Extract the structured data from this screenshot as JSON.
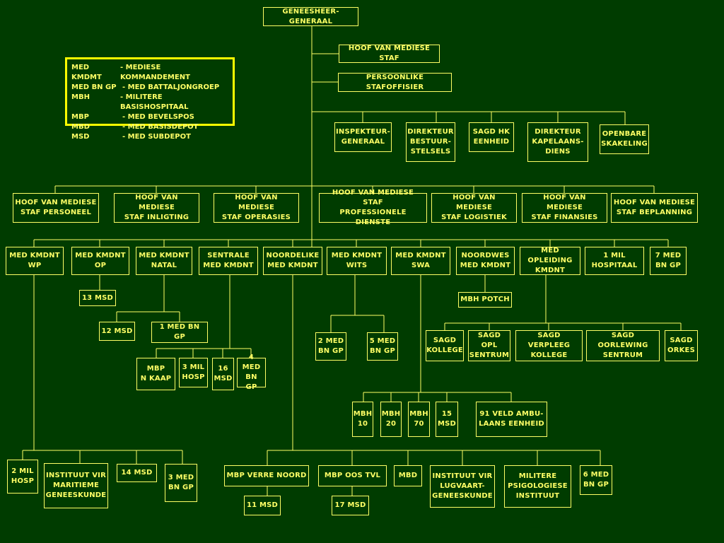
{
  "colors": {
    "background": "#003c00",
    "line": "#ffff66",
    "text": "#ffff66",
    "legend_border": "#ffff00"
  },
  "legend": [
    {
      "abbr": "MED KMDMT",
      "meaning": "- MEDIESE KOMMANDEMENT"
    },
    {
      "abbr": "MED BN GP",
      "meaning": "- MED BATTALJONGROEP"
    },
    {
      "abbr": "MBH",
      "meaning": "- MILITERE BASISHOSPITAAL"
    },
    {
      "abbr": "MBP",
      "meaning": "- MED BEVELSPOS"
    },
    {
      "abbr": "MBD",
      "meaning": "- MED BASISDEPOT"
    },
    {
      "abbr": "MSD",
      "meaning": "- MED SUBDEPOT"
    }
  ],
  "nodes": {
    "root": "GENEESHEER-GENERAAL",
    "hoof_staf": "HOOF VAN MEDIESE STAF",
    "pers_stafoff": "PERSOONLIKE STAFOFFISIER",
    "insp_gen": "INSPEKTEUR-\nGENERAAL",
    "dir_bestuur": "DIREKTEUR\nBESTUUR-\nSTELSELS",
    "sagd_hk": "SAGD HK\nEENHEID",
    "dir_kapelaan": "DIREKTEUR\nKAPELAANS-\nDIENS",
    "openbare": "OPENBARE\nSKAKELING",
    "hms_personeel": "HOOF VAN MEDIESE\nSTAF PERSONEEL",
    "hms_inligting": "HOOF VAN MEDIESE\nSTAF INLIGTING",
    "hms_operasies": "HOOF VAN MEDIESE\nSTAF OPERASIES",
    "hms_prof": "HOOF VAN MEDIESE STAF\nPROFESSIONELE DIENSTE",
    "hms_logistiek": "HOOF VAN MEDIESE\nSTAF LOGISTIEK",
    "hms_finansies": "HOOF VAN MEDIESE\nSTAF FINANSIES",
    "hms_beplanning": "HOOF VAN MEDIESE\nSTAF BEPLANNING",
    "kmdnt_wp": "MED KMDNT\nWP",
    "kmdnt_op": "MED KMDNT\nOP",
    "kmdnt_natal": "MED KMDNT\nNATAL",
    "sentrale": "SENTRALE\nMED KMDNT",
    "noordelike": "NOORDELIKE\nMED KMDNT",
    "kmdnt_wits": "MED KMDNT\nWITS",
    "kmdnt_swa": "MED KMDNT\nSWA",
    "noordwes": "NOORDWES\nMED KMDNT",
    "opleiding": "MED OPLEIDING\nKMDNT",
    "mil_hosp1": "1 MIL\nHOSPITAAL",
    "bngp7": "7 MED\nBN GP",
    "msd13": "13 MSD",
    "msd12": "12 MSD",
    "bngp1": "1 MED BN GP",
    "mbp_nkaap": "MBP\nN KAAP",
    "milhosp3": "3 MIL\nHOSP",
    "msd16": "16\nMSD",
    "bngp4": "4 MED\nBN GP",
    "bngp2": "2 MED\nBN GP",
    "bngp5": "5 MED\nBN GP",
    "mbh_potch": "MBH POTCH",
    "sagd_kollege": "SAGD\nKOLLEGE",
    "sagd_opl": "SAGD OPL\nSENTRUM",
    "sagd_verpleeg": "SAGD VERPLEEG\nKOLLEGE",
    "sagd_oorlewing": "SAGD OORLEWING\nSENTRUM",
    "sagd_orkes": "SAGD\nORKES",
    "mbh10": "MBH\n10",
    "mbh20": "MBH\n20",
    "mbh70": "MBH\n70",
    "msd15": "15\nMSD",
    "veld91": "91 VELD AMBU-\nLAANS EENHEID",
    "milhosp2": "2 MIL\nHOSP",
    "maritieme": "INSTITUUT VIR\nMARITIEME\nGENEESKUNDE",
    "msd14": "14 MSD",
    "bngp3": "3 MED\nBN GP",
    "mbp_verre": "MBP VERRE NOORD",
    "mbp_oos": "MBP OOS TVL",
    "mbd": "MBD",
    "lugvaart": "INSTITUUT VIR\nLUGVAART-\nGENEESKUNDE",
    "psigologie": "MILITERE\nPSIGOLOGIESE\nINSTITUUT",
    "bngp6": "6 MED\nBN GP",
    "msd11": "11 MSD",
    "msd17": "17 MSD"
  }
}
